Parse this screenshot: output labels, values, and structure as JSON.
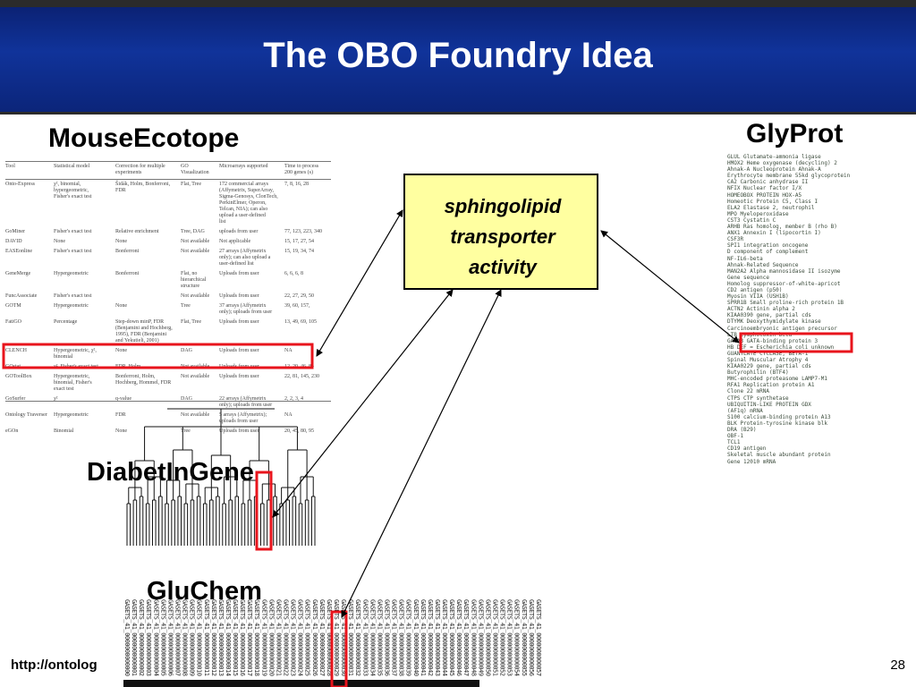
{
  "slide": {
    "title": "The OBO Foundry Idea",
    "footer_url": "http://ontolog",
    "page_number": "28"
  },
  "labels": {
    "mouse": "MouseEcotope",
    "glyprot": "GlyProt",
    "diabet": "DiabetInGene",
    "gluchem": "GluChem"
  },
  "concept": {
    "line1": "sphingolipid",
    "line2": "transporter",
    "line3": "activity"
  },
  "table": {
    "headers": [
      "Tool",
      "Statistical model",
      "Correction for multiple experiments",
      "GO Visualization",
      "Microarrays supported",
      "Time to process 200 genes (s)"
    ],
    "rows": [
      [
        "Onto-Express",
        "χ², binomial, hypergeometric, Fisher's exact test",
        "Šidák, Holm, Bonferroni, FDR",
        "Flat, Tree",
        "172 commercial arrays (Affymetrix, SuperArray, Sigma-Genosys, ClonTech, PerkinElmer, Operon, Telcan, NIA); can also upload a user-defined list",
        "7, 8, 16, 28"
      ],
      [
        "GoMiner",
        "Fisher's exact test",
        "Relative enrichment",
        "Tree, DAG",
        "uploads from user",
        "77, 123, 223, 340"
      ],
      [
        "DAVID",
        "None",
        "None",
        "Not available",
        "Not applicable",
        "15, 17, 27, 54"
      ],
      [
        "EASEonline",
        "Fisher's exact test",
        "Bonferroni",
        "Not available",
        "27 arrays (Affymetrix only); can also upload a user-defined list",
        "15, 19, 34, 74"
      ],
      [
        "GeneMerge",
        "Hypergeometric",
        "Bonferroni",
        "Flat, no hierarchical structure",
        "Uploads from user",
        "6, 6, 6, 8"
      ],
      [
        "FuncAssociate",
        "Fisher's exact test",
        "",
        "Not available",
        "Uploads from user",
        "22, 27, 29, 50"
      ],
      [
        "GOTM",
        "Hypergeometric",
        "None",
        "Tree",
        "37 arrays (Affymetrix only); uploads from user",
        "39, 60, 157,"
      ],
      [
        "FatiGO",
        "Percentage",
        "Step-down minP, FDR (Benjamini and Hochberg, 1995), FDR (Benjamini and Yekutieli, 2001)",
        "Flat, Tree",
        "Uploads from user",
        "13, 49, 69, 105"
      ],
      [
        "CLENCH",
        "Hypergeometric, χ², binomial",
        "None",
        "DAG",
        "Uploads from user",
        "NA"
      ],
      [
        "GOstat",
        "χ², Fisher's exact test",
        "FDR, Holm",
        "Not available",
        "Uploads from user",
        "12, 20, 46, 84"
      ],
      [
        "GOToolBox",
        "Hypergeometric, binomial, Fisher's exact test",
        "Bonferroni, Holm, Hochberg, Hommel, FDR",
        "Not available",
        "Uploads from user",
        "22, 81, 145, 230"
      ],
      [
        "GoSurfer",
        "χ²",
        "q-value",
        "DAG",
        "22 arrays (Affymetrix only); uploads from user",
        "2, 2, 3, 4"
      ],
      [
        "Ontology Traverser",
        "Hypergeometric",
        "FDR",
        "Not available",
        "5 arrays (Affymetrix); uploads from user",
        "NA"
      ],
      [
        "eGOn",
        "Binomial",
        "None",
        "Tree",
        "Uploads from user",
        "20, 45, 80, 95"
      ]
    ]
  },
  "glyprot_list": [
    "GLUL Glutamate-ammonia ligase",
    "HMOX2 Heme oxygenase (decycling) 2",
    "Ahnak-A Nucleoprotein Ahnak-A",
    "Erythrocyte membrane 55kd glycoprotein",
    "CA2 Carbonic anhydrase II",
    "NFIX Nuclear factor I/X",
    "HOMEOBOX PROTEIN HOX-A5",
    "Homeotic Protein C5, Class I",
    "ELA2 Elastase 2, neutrophil",
    "MPO Myeloperoxidase",
    "CST3 Cystatin C",
    "ARHB Ras homolog, member B (rho B)",
    "ANX1 Annexin I (lipocortin I)",
    "CSF3R",
    "SPI1 integration oncogene",
    "D component of complement",
    "NF-IL6-beta",
    "Ahnak-Related Sequence",
    "MAN2A2 Alpha mannosidase II isozyme",
    "Gene sequence",
    "Homolog suppressor-of-white-apricot",
    "CD2 antigen (p50)",
    "Myosin VIIA (USH1B)",
    "SPRR1B Small proline-rich protein 1B",
    "ACTN2 Actinin alpha 2",
    "KIAA0390 gene, partial cds",
    "DTYMK Deoxythymidylate kinase",
    "Carcinoembryonic antigen precursor",
    "LTB Lymphotoxin-beta",
    "GATA3 GATA-binding protein 3",
    "HB DEF = Escherichia coli unknown",
    "GUANYLATE CYCLASE, BETA-1",
    "Spinal Muscular Atrophy 4",
    "KIAA0229 gene, partial cds",
    "Butyrophilin (BTF4)",
    "MHC-encoded proteasome LAMP7-M1",
    "RFA1 Replication protein A1",
    "Clone 22 mRNA",
    "CTPS CTP synthetase",
    "UBIQUITIN-LIKE PROTEIN GDX",
    "(AF1q) mRNA",
    "S100 calcium-binding protein A13",
    "BLK Protein-tyrosine kinase blk",
    "DRA (B29)",
    "OBF-1",
    "TCL1",
    "CD19 antigen",
    "Skeletal muscle abundant protein",
    "Gene 12010 mRNA"
  ],
  "gluchem_columns": [
    "GASETS_41_0000000000000",
    "GASETS_41_0000000000001",
    "GASETS_41_0000000000002",
    "GASETS_41_0000000000003",
    "GASETS_41_0000000000004",
    "GASETS_41_0000000000005",
    "GASETS_41_0000000000006",
    "GASETS_41_0000000000007",
    "GASETS_41_0000000000008",
    "GASETS_41_0000000000009",
    "GASETS_41_0000000000010",
    "GASETS_41_0000000000011",
    "GASETS_41_0000000000012",
    "GASETS_41_0000000000013",
    "GASETS_41_0000000000014",
    "GASETS_41_0000000000015",
    "GASETS_41_0000000000016",
    "GASETS_41_0000000000017",
    "GASETS_41_0000000000018",
    "GASETS_41_0000000000019",
    "GASETS_41_0000000000020",
    "GASETS_41_0000000000021",
    "GASETS_41_0000000000022",
    "GASETS_41_0000000000023",
    "GASETS_41_0000000000024",
    "GASETS_41_0000000000025",
    "GASETS_41_0000000000026",
    "GASETS_41_0000000000027",
    "GASETS_41_0000000000028",
    "GASETS_41_0000000000029",
    "GASETS_41_0000000000030",
    "GASETS_41_0000000000031",
    "GASETS_41_0000000000032",
    "GASETS_41_0000000000033",
    "GASETS_41_0000000000034",
    "GASETS_41_0000000000035",
    "GASETS_41_0000000000036",
    "GASETS_41_0000000000037",
    "GASETS_41_0000000000038",
    "GASETS_41_0000000000039",
    "GASETS_41_0000000000040",
    "GASETS_41_0000000000041",
    "GASETS_41_0000000000042",
    "GASETS_41_0000000000043",
    "GASETS_41_0000000000044",
    "GASETS_41_0000000000045",
    "GASETS_41_0000000000046",
    "GASETS_41_0000000000047",
    "GASETS_41_0000000000048",
    "GASETS_41_0000000000049",
    "GASETS_41_0000000000050",
    "GASETS_41_0000000000051",
    "GASETS_41_0000000000052",
    "GASETS_41_0000000000053",
    "GASETS_41_0000000000054",
    "GASETS_41_0000000000055",
    "GASETS_41_0000000000056",
    "GASETS_41_0000000000057"
  ],
  "colors": {
    "header_blue": "#10339a",
    "highlight_red": "#e8141c",
    "concept_fill": "#ffffa0"
  }
}
